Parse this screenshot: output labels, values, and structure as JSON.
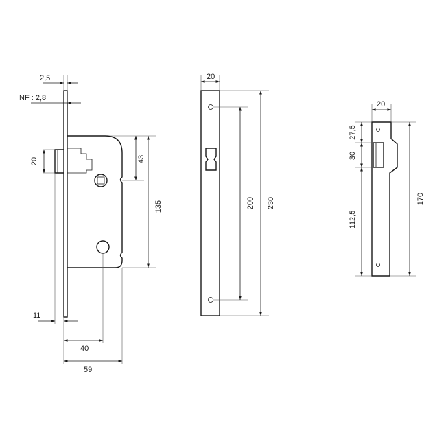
{
  "lock_body": {
    "dims": {
      "faceplate_thickness": "2,5",
      "nf": "NF : 2,8",
      "latch_height": "20",
      "upper_offset": "43",
      "center_distance": "135",
      "latch_projection": "11",
      "backset": "40",
      "body_depth": "59"
    }
  },
  "faceplate": {
    "dims": {
      "width": "20",
      "hole_spacing": "200",
      "length": "230"
    }
  },
  "strike_plate": {
    "dims": {
      "width": "20",
      "top_offset": "27,5",
      "opening": "30",
      "lower": "112,5",
      "length": "170"
    }
  },
  "colors": {
    "line": "#1a1a1a",
    "dimension": "#555555",
    "background": "#ffffff"
  }
}
